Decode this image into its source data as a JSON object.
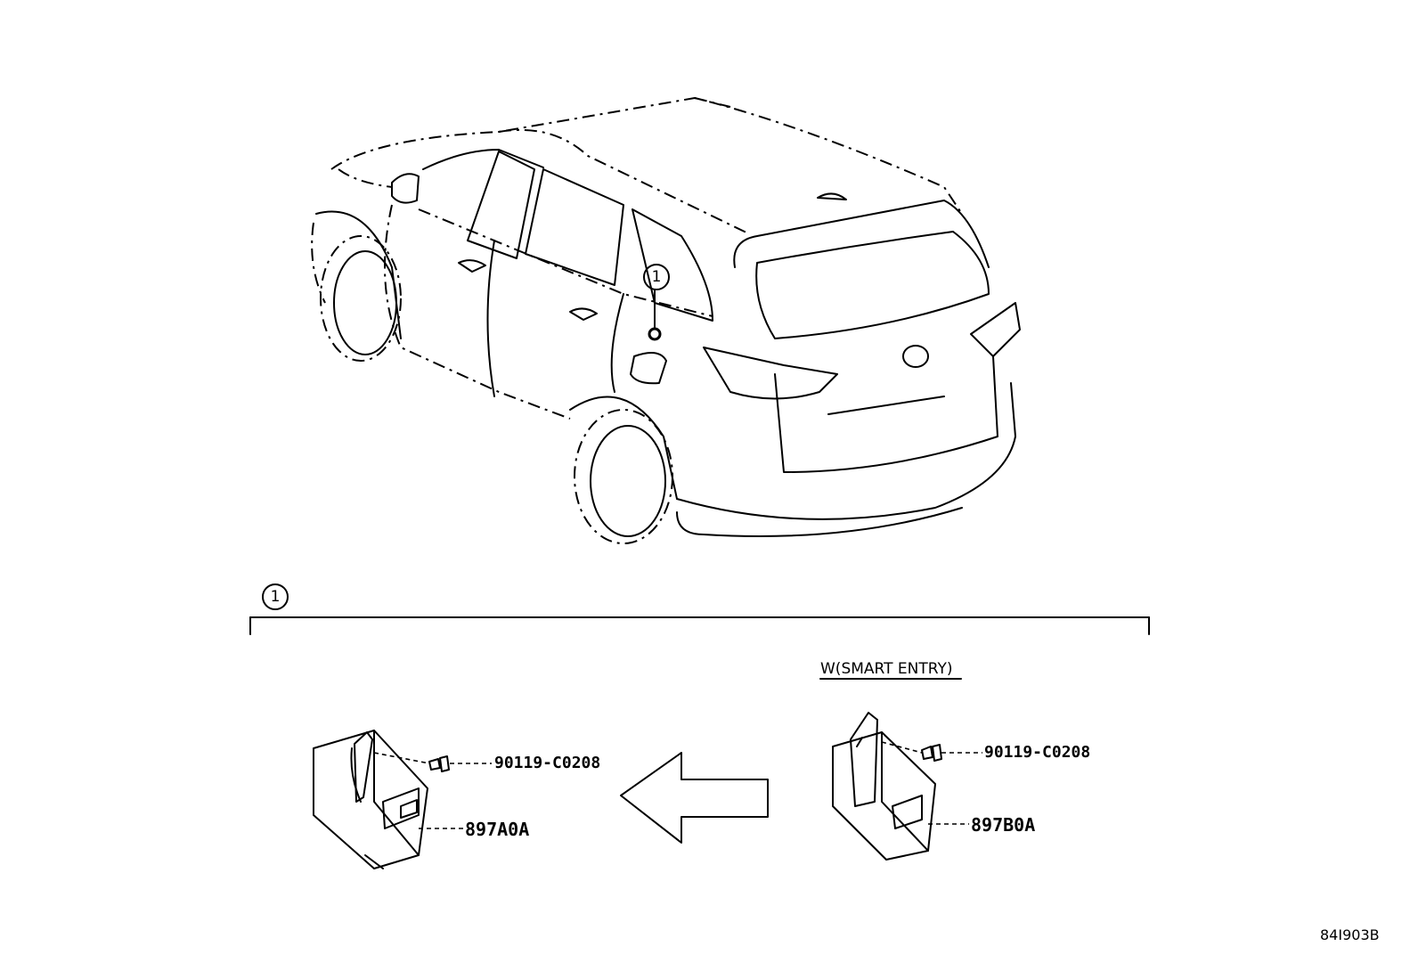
{
  "callouts": {
    "vehicle_marker": "1",
    "section_marker": "1"
  },
  "variant_label": "W(SMART ENTRY)",
  "parts": {
    "left_bolt": "90119-C0208",
    "left_module": "897A0A",
    "right_bolt": "90119-C0208",
    "right_module": "897B0A"
  },
  "figure_id": "84I903B"
}
